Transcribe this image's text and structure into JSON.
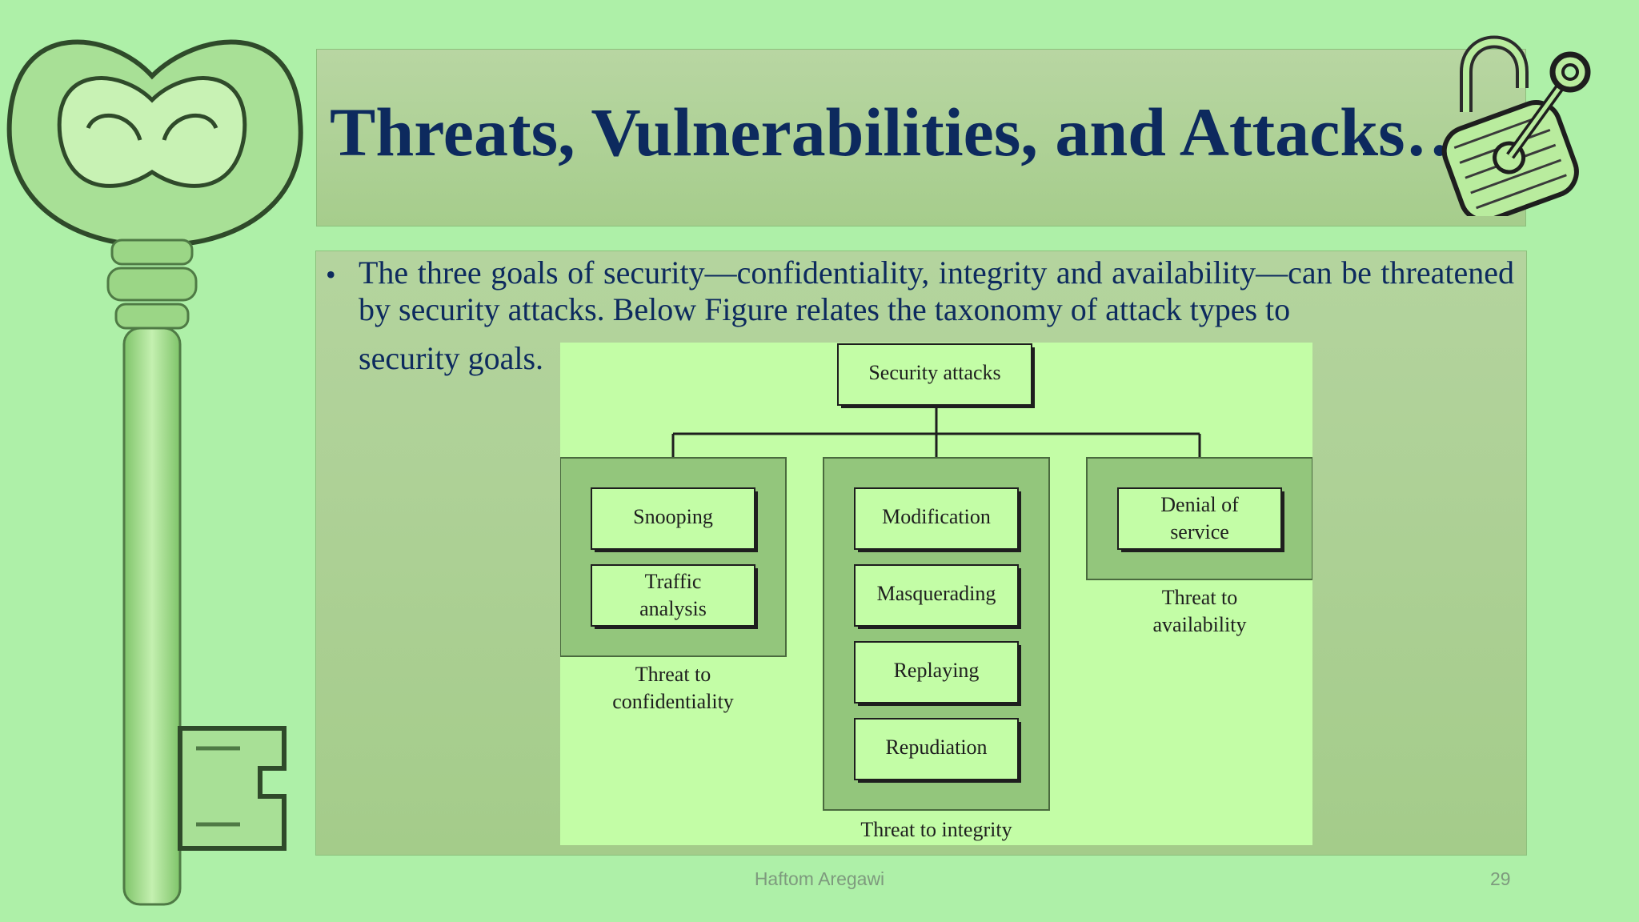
{
  "slide": {
    "title": "Threats, Vulnerabilities, and Attacks…",
    "bullet_line1": "The three goals of security—confidentiality, integrity and availability—can be threatened by security attacks. Below Figure  relates the taxonomy of attack types to",
    "bullet_line2": "security goals.",
    "footer_author": "Haftom Aregawi",
    "page_number": "29"
  },
  "diagram": {
    "root": "Security attacks",
    "groups": [
      {
        "items": [
          "Snooping",
          "Traffic analysis"
        ],
        "caption": "Threat to confidentiality"
      },
      {
        "items": [
          "Modification",
          "Masquerading",
          "Replaying",
          "Repudiation"
        ],
        "caption": "Threat to integrity"
      },
      {
        "items": [
          "Denial of service"
        ],
        "caption": "Threat to availability"
      }
    ]
  },
  "colors": {
    "background": "#aef0a8",
    "title_text": "#0d2a5e",
    "diagram_bg": "#c3fda6",
    "group_bg": "#93c67c",
    "box_fill": "#c3fda6"
  }
}
